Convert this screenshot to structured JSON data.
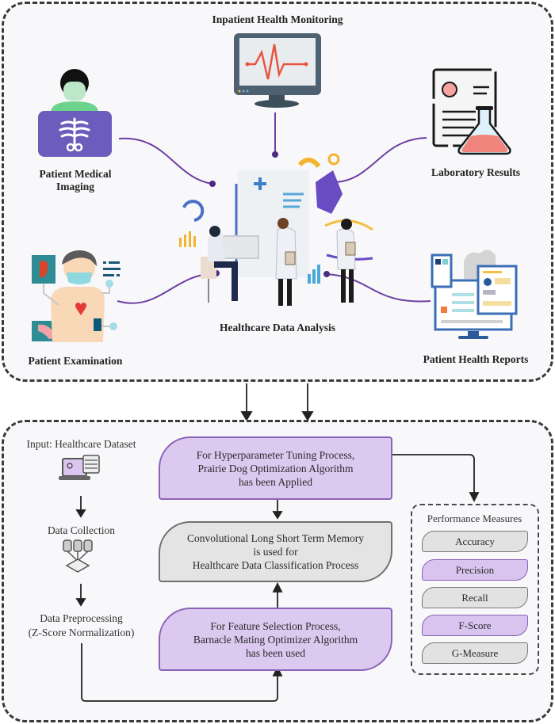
{
  "top_panel": {
    "center_label": "Healthcare Data Analysis",
    "sources": [
      {
        "id": "monitoring",
        "label": "Inpatient Health Monitoring",
        "icon": "ecg-monitor-icon"
      },
      {
        "id": "imaging",
        "label": "Patient Medical Imaging",
        "icon": "xray-patient-icon"
      },
      {
        "id": "lab",
        "label": "Laboratory Results",
        "icon": "lab-report-flask-icon"
      },
      {
        "id": "exam",
        "label": "Patient Examination",
        "icon": "patient-exam-icon"
      },
      {
        "id": "reports",
        "label": "Patient Health Reports",
        "icon": "health-report-devices-icon"
      }
    ],
    "center_icon": "doctors-data-analysis-illustration"
  },
  "bottom_panel": {
    "input_label": "Input: Healthcare Dataset",
    "input_icon": "laptop-database-icon",
    "collection_label": "Data Collection",
    "collection_icon": "data-collection-icon",
    "preprocessing_label_1": "Data Preprocessing",
    "preprocessing_label_2": "(Z-Score Normalization)",
    "hyperparam_box": [
      "For Hyperparameter Tuning Process,",
      "Prairie Dog Optimization Algorithm",
      "has been Applied"
    ],
    "classification_box": [
      "Convolutional Long Short Term Memory",
      "is used for",
      "Healthcare Data Classification Process"
    ],
    "feature_box": [
      "For Feature Selection Process,",
      "Barnacle Mating Optimizer Algorithm",
      "has been used"
    ],
    "performance": {
      "title": "Performance Measures",
      "metrics": [
        "Accuracy",
        "Precision",
        "Recall",
        "F-Score",
        "G-Measure"
      ]
    }
  },
  "colors": {
    "purple_fill": "#dcc9ef",
    "purple_border": "#8a63b8",
    "grey_fill": "#e4e4e4",
    "connector": "#6b3fa0",
    "panel_bg": "#f8f8fb"
  }
}
